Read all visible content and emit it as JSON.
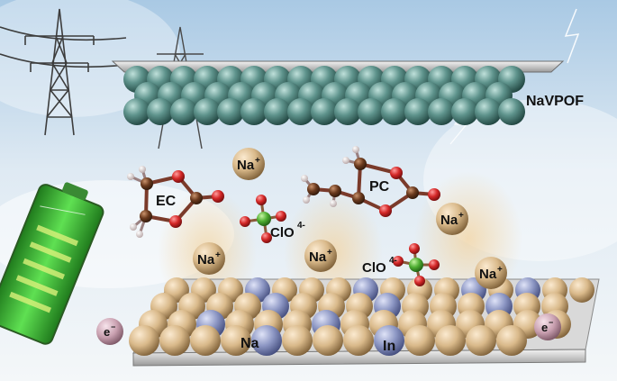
{
  "labels": {
    "cathode": "NaVPOF",
    "ec": "EC",
    "pc": "PC",
    "ion_na": "Na",
    "ion_plus": "+",
    "clo4_a": "ClO",
    "clo4_a_sup": "4-",
    "clo4_b": "ClO",
    "clo4_b_sup": "4-",
    "electron": "e",
    "electron_sup": "−",
    "anode_na": "Na",
    "anode_in": "In"
  },
  "colors": {
    "cathode_sphere": "#5e938c",
    "na_sphere": "#d9b98a",
    "in_sphere": "#8d97c4",
    "oxygen": "#d42828",
    "carbon": "#6a3a1e",
    "chlorine": "#4fae32",
    "electron_ball": "#c9a0b0",
    "battery_green": "#3fbf3a"
  },
  "icons": [
    "power-tower-icon",
    "battery-icon",
    "lightning-icon"
  ]
}
